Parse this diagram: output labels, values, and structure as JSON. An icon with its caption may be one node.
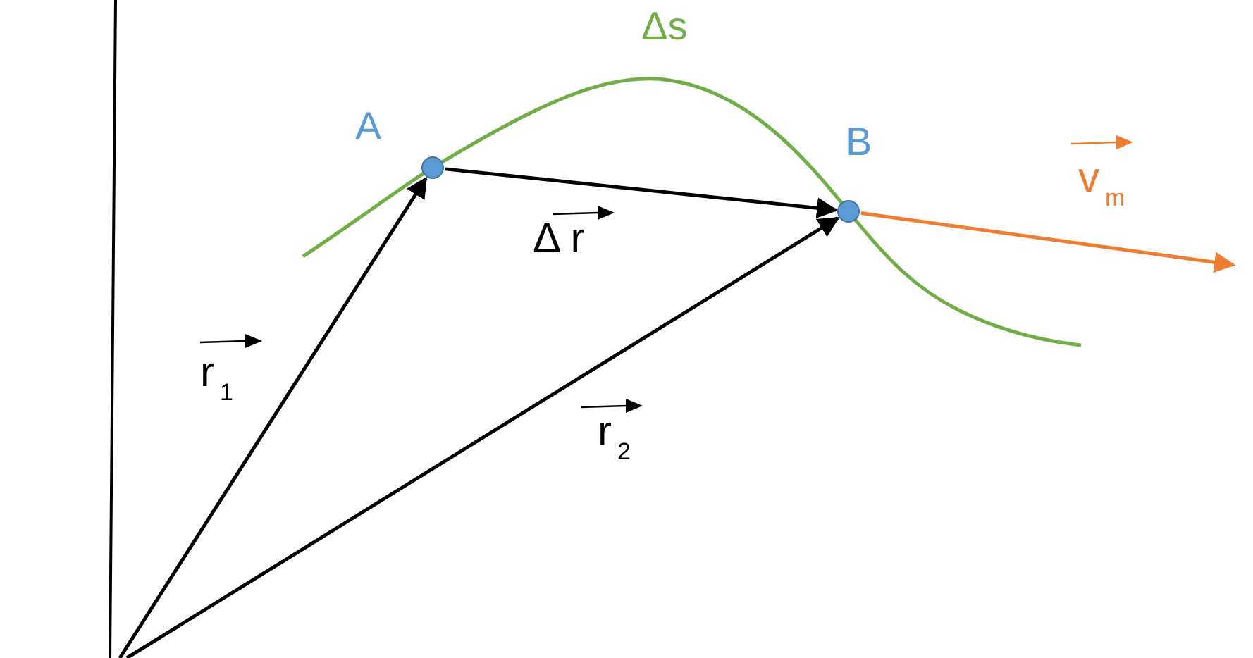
{
  "diagram": {
    "nodes": [
      {
        "text": [],
        "shape": "circle",
        "beside": [
          "A"
        ]
      },
      {
        "text": [],
        "shape": "circle",
        "beside": [
          "B"
        ]
      }
    ],
    "edges": [
      {
        "from": null,
        "to": 0,
        "arrow": "to",
        "label": "r$_{1}$"
      },
      {
        "from": null,
        "to": 1,
        "arrow": "to",
        "label": "r$_{2}$"
      },
      {
        "from": 0,
        "to": 1,
        "arrow": "to",
        "label": "Δ r"
      },
      {
        "from": 1,
        "to": null,
        "arrow": "to",
        "label": "v$_{m}$",
        "color": "#ed7d31"
      }
    ],
    "labels": [
      "Δs"
    ]
  }
}
